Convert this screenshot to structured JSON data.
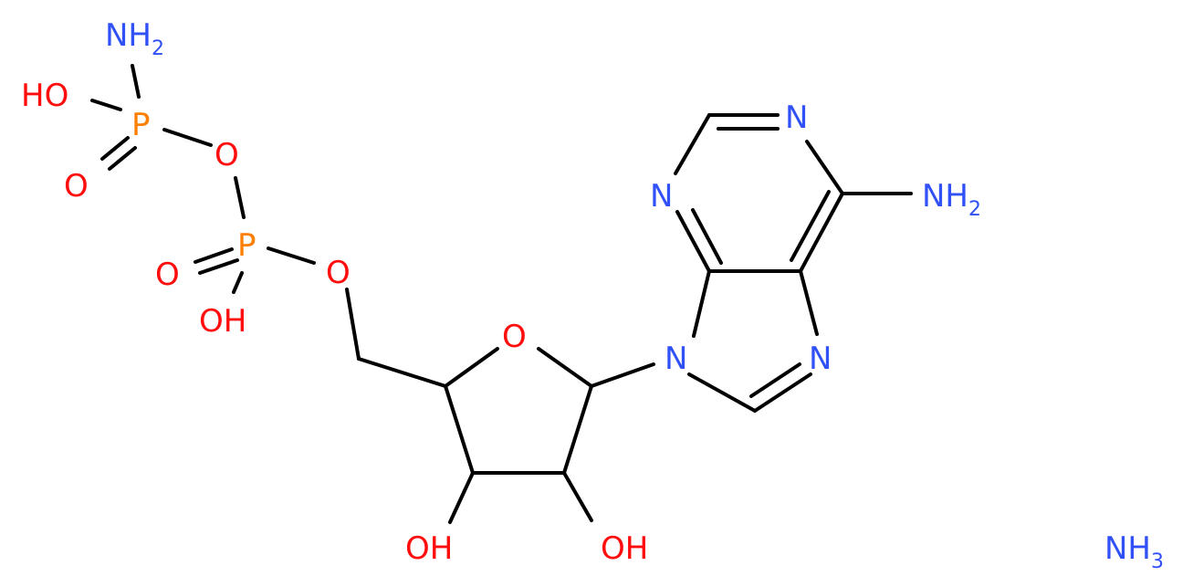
{
  "colors": {
    "bond": "#000000",
    "nitrogen": "#3050F8",
    "oxygen": "#FF0D0D",
    "phosphorus": "#FF8000",
    "background": "#FFFFFF"
  },
  "labels": {
    "nh2_top": "NH",
    "nh2_top_sub": "2",
    "ho_top": "HO",
    "p_top": "P",
    "o_double_top": "O",
    "o_bridge": "O",
    "p_mid": "P",
    "o_double_mid": "O",
    "oh_p_mid": "OH",
    "o_ester": "O",
    "o_ring": "O",
    "oh_c3": "OH",
    "oh_c2": "OH",
    "n_top": "N",
    "n_left": "N",
    "nh2_right": "NH",
    "nh2_right_sub": "2",
    "n7": "N",
    "n9": "N",
    "nh3": "NH",
    "nh3_sub": "3"
  }
}
